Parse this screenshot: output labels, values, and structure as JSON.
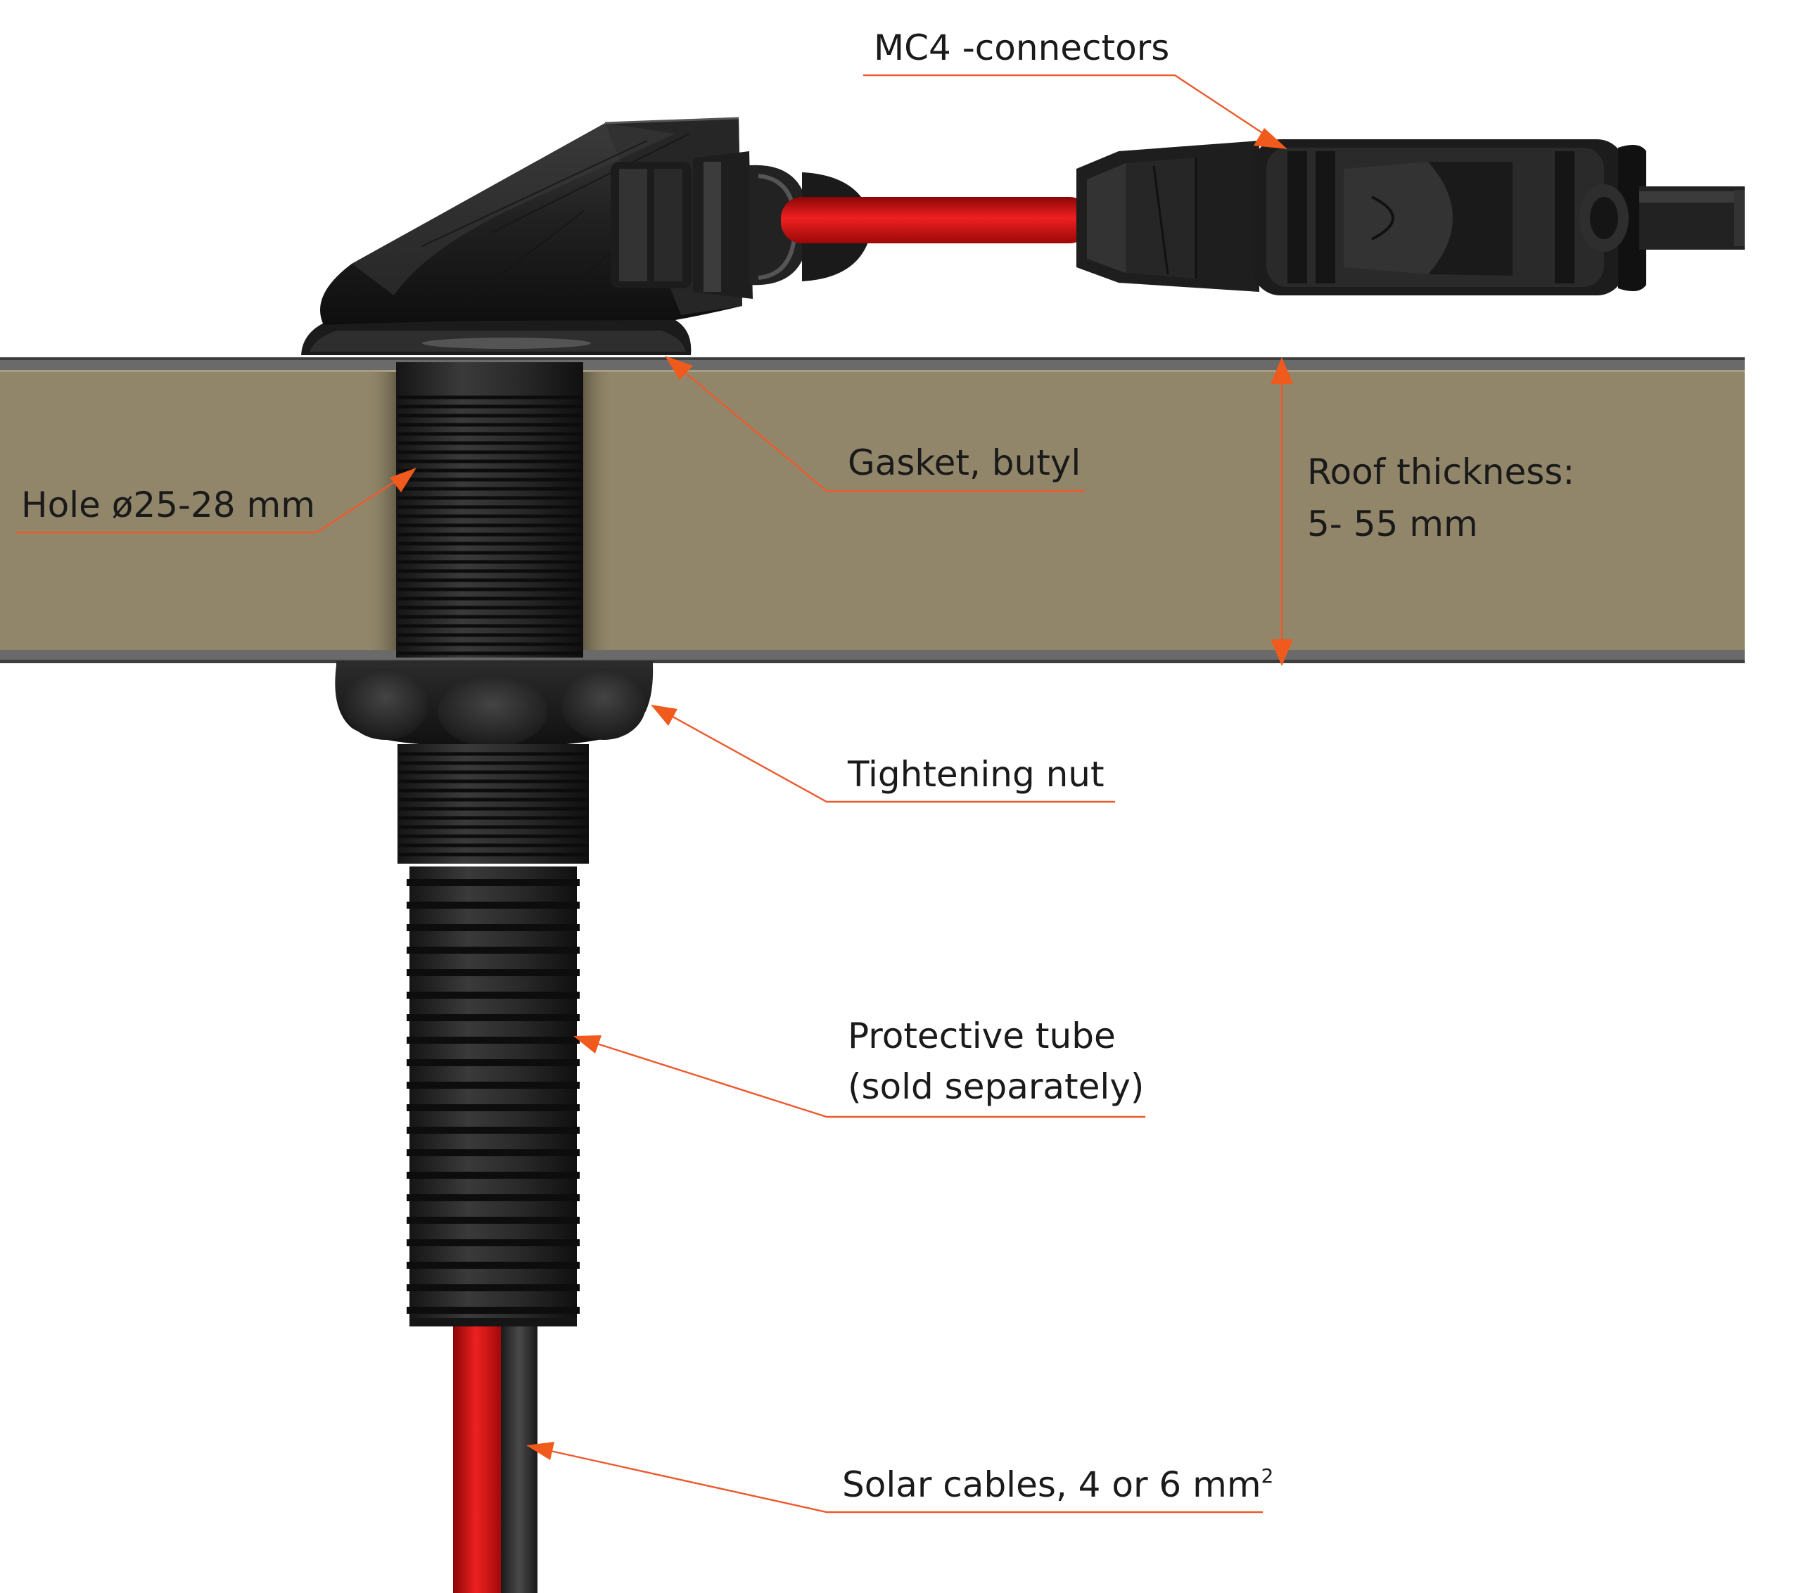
{
  "labels": {
    "mc4": "MC4 -connectors",
    "gasket": "Gasket, butyl",
    "hole": "Hole ø25-28 mm",
    "roof_line1": "Roof thickness:",
    "roof_line2": "5- 55 mm",
    "nut": "Tightening nut",
    "tube_line1": "Protective tube",
    "tube_line2": "(sold separately)",
    "cables": "Solar cables, 4 or 6 mm",
    "cables_sup": "2"
  },
  "colors": {
    "roof": "#918669",
    "roof_edge": "#4f4f4f",
    "plastic": "#1f1f1f",
    "cable_red": "#d40e0e",
    "cable_black": "#2b2b2b",
    "leader": "#ec5a2d",
    "arrow": "#f05a1c",
    "text": "#1a1a1a"
  }
}
